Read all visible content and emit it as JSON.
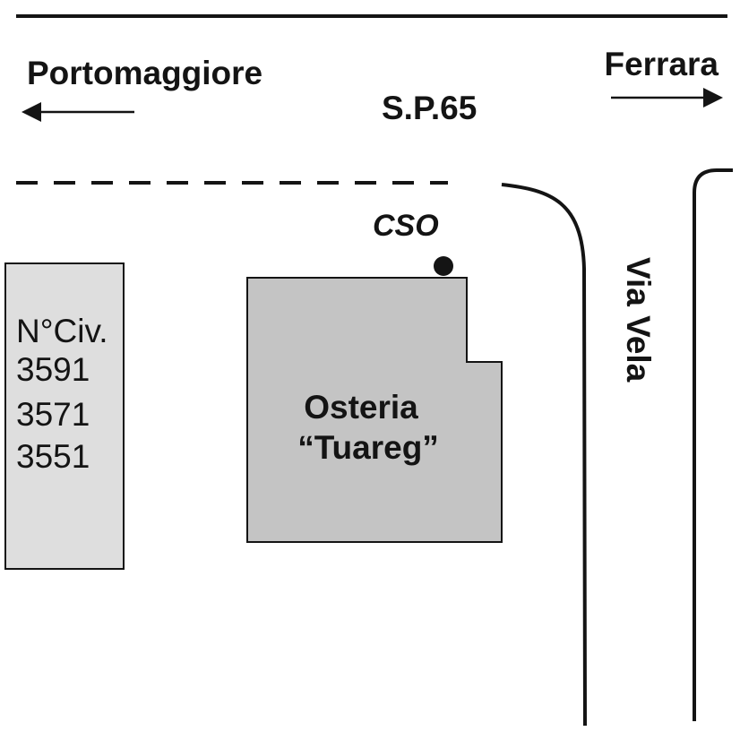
{
  "labels": {
    "west_destination": "Portomaggiore",
    "east_destination": "Ferrara",
    "main_road": "S.P.65",
    "side_road": "Via Vela",
    "marker": "CSO",
    "building_name_line1": "Osteria",
    "building_name_line2": "“Tuareg”",
    "civic_numbers_title": "N°Civ.",
    "civic_numbers": [
      "3591",
      "3571",
      "3551"
    ]
  },
  "colors": {
    "ink": "#141414",
    "osteria_fill": "#c4c4c4",
    "neighbor_fill": "#dedede",
    "background": "#ffffff"
  },
  "icons": {
    "west_arrow": "arrow-left-icon",
    "east_arrow": "arrow-right-icon",
    "marker": "filled-circle-icon"
  }
}
